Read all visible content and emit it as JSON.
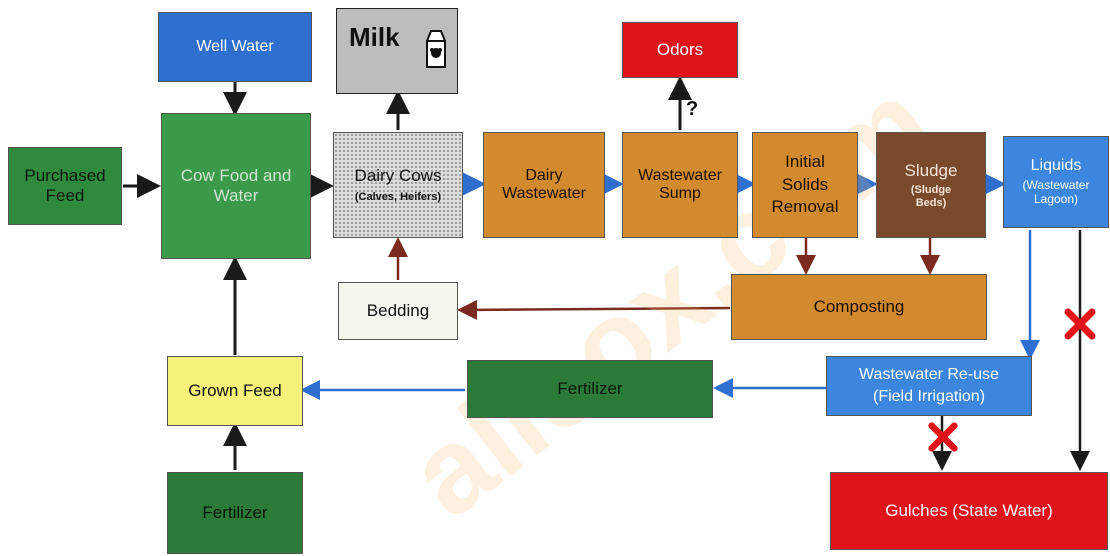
{
  "nodes": {
    "well_water": "Well Water",
    "milk": "Milk",
    "odors": "Odors",
    "purchased_feed": "Purchased Feed",
    "cow_food_water": "Cow Food and Water",
    "dairy_cows_title": "Dairy Cows",
    "dairy_cows_sub": "(Calves, Heifers)",
    "dairy_wastewater": "Dairy Wastewater",
    "wastewater_sump": "Wastewater Sump",
    "initial_solids": "Initial Solids Removal",
    "sludge_title": "Sludge",
    "sludge_sub": "(Sludge Beds)",
    "liquids_title": "Liquids",
    "liquids_sub": "(Wastewater Lagoon)",
    "bedding": "Bedding",
    "composting": "Composting",
    "grown_feed": "Grown Feed",
    "fertilizer_mid": "Fertilizer",
    "wastewater_reuse_line1": "Wastewater Re-use",
    "wastewater_reuse_line2": "(Field Irrigation)",
    "fertilizer_bottom": "Fertilizer",
    "gulches": "Gulches (State Water)"
  },
  "question_mark": "?",
  "watermark": "allcox.com",
  "colors": {
    "blue_arrow": "#2f6fcf",
    "dark_arrow": "#1a1a1a",
    "brown_arrow": "#7a2a1e",
    "x_mark": "#e1131b"
  },
  "icons": [
    "milk-carton-icon",
    "x-mark-icon"
  ]
}
